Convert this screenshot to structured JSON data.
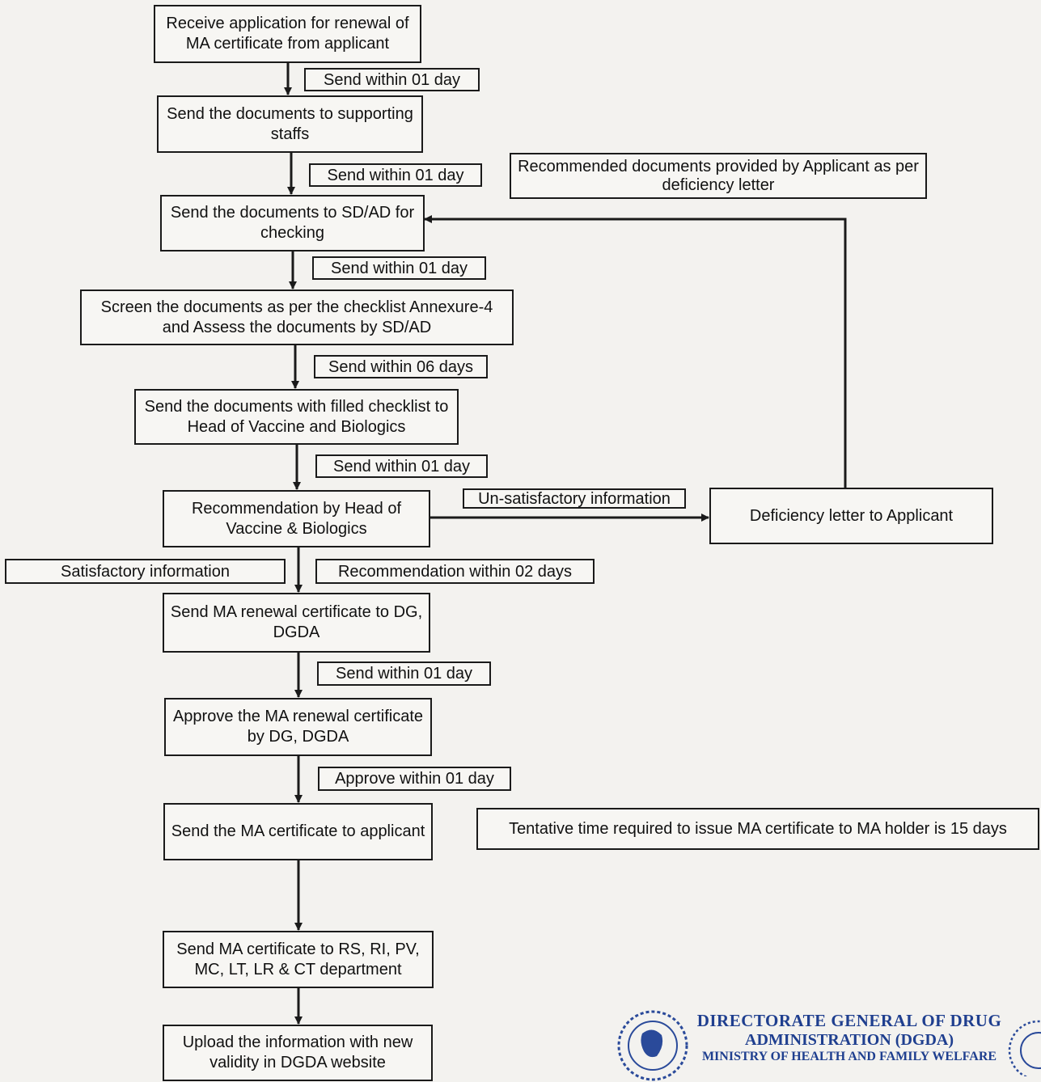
{
  "steps": {
    "s1": "Receive application for renewal of MA certificate from applicant",
    "s2": "Send the documents to supporting staffs",
    "s3": "Send the documents to SD/AD for checking",
    "s4": "Screen the documents as per the checklist Annexure-4 and Assess the documents by SD/AD",
    "s5": "Send the documents with filled checklist to Head of Vaccine and Biologics",
    "s6": "Recommendation by Head of Vaccine & Biologics",
    "s7": "Send MA renewal certificate to DG, DGDA",
    "s8": "Approve the MA renewal certificate by DG, DGDA",
    "s9": "Send the MA certificate to applicant",
    "s10": "Send MA certificate to RS, RI, PV, MC, LT, LR & CT department",
    "s11": "Upload the information with new validity in DGDA website",
    "deficiency": "Deficiency letter to Applicant",
    "recommended_docs": "Recommended documents provided by Applicant as per deficiency letter",
    "tentative": "Tentative time required to issue MA certificate to MA holder is 15 days"
  },
  "labels": {
    "l1": "Send within 01 day",
    "l2": "Send within 01 day",
    "l3": "Send within 01 day",
    "l4": "Send within 06 days",
    "l5": "Send within 01 day",
    "unsat": "Un-satisfactory information",
    "sat": "Satisfactory information",
    "rec": "Recommendation within 02 days",
    "l7": "Send within 01 day",
    "l8": "Approve within 01 day"
  },
  "footer": {
    "line1": "DIRECTORATE GENERAL OF DRUG",
    "line2": "ADMINISTRATION (DGDA)",
    "line3": "MINISTRY OF HEALTH AND FAMILY WELFARE"
  },
  "colors": {
    "line": "#1a1a1a",
    "footer_text": "#1f3f8f",
    "paper": "#f3f2ef"
  }
}
